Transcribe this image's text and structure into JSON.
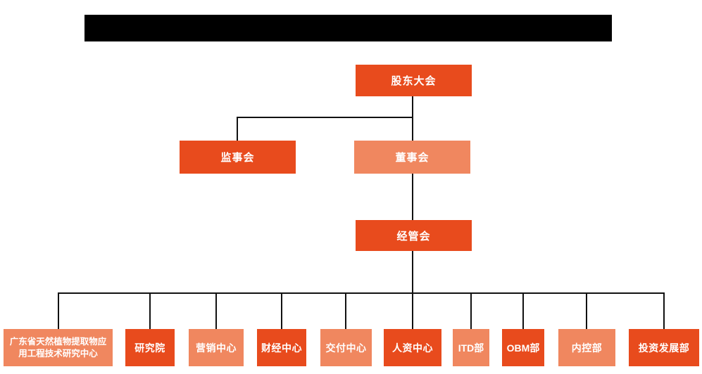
{
  "org_chart": {
    "colors": {
      "primary": "#E84B1D",
      "secondary": "#F0875F",
      "connector": "#111111",
      "node_text": "#FFFFFF",
      "redaction": "#000000"
    },
    "header": {
      "redacted_title": ""
    },
    "nodes": {
      "root": {
        "label": "股东大会",
        "variant": "primary"
      },
      "supervisory": {
        "label": "监事会",
        "variant": "primary"
      },
      "board": {
        "label": "董事会",
        "variant": "secondary"
      },
      "management": {
        "label": "经管会",
        "variant": "primary"
      },
      "departments": [
        {
          "label": "广东省天然植物提取物应用工程技术研究中心",
          "variant": "secondary"
        },
        {
          "label": "研究院",
          "variant": "primary"
        },
        {
          "label": "营销中心",
          "variant": "secondary"
        },
        {
          "label": "财经中心",
          "variant": "primary"
        },
        {
          "label": "交付中心",
          "variant": "secondary"
        },
        {
          "label": "人资中心",
          "variant": "primary"
        },
        {
          "label": "ITD部",
          "variant": "secondary"
        },
        {
          "label": "OBM部",
          "variant": "primary"
        },
        {
          "label": "内控部",
          "variant": "secondary"
        },
        {
          "label": "投资发展部",
          "variant": "primary"
        }
      ]
    }
  }
}
